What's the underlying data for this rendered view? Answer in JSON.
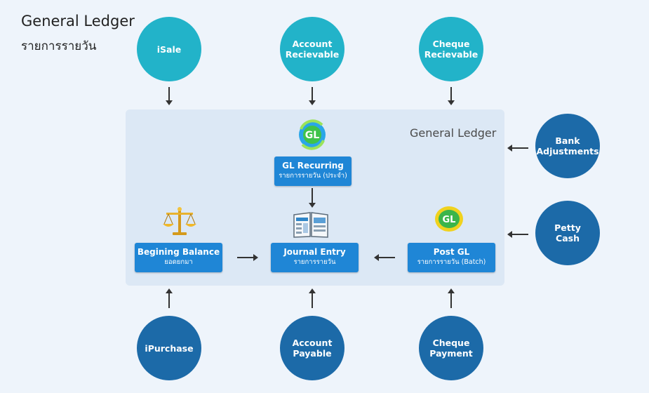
{
  "header": {
    "title": "General Ledger",
    "subtitle": "รายการรายวัน"
  },
  "panel": {
    "title": "General Ledger"
  },
  "sources_top": [
    {
      "label": "iSale"
    },
    {
      "label": "Account Recievable"
    },
    {
      "label": "Cheque Recievable"
    }
  ],
  "sources_right": [
    {
      "label": "Bank Adjustments"
    },
    {
      "label": "Petty Cash"
    }
  ],
  "sources_bottom": [
    {
      "label": "iPurchase"
    },
    {
      "label": "Account Payable"
    },
    {
      "label": "Cheque Payment"
    }
  ],
  "boxes": {
    "gl_recurring": {
      "title": "GL Recurring",
      "sub": "รายการรายวัน (ประจำ)"
    },
    "begin_balance": {
      "title": "Begining Balance",
      "sub": "ยอดยกมา"
    },
    "journal_entry": {
      "title": "Journal Entry",
      "sub": "รายการรายวัน"
    },
    "post_gl": {
      "title": "Post GL",
      "sub": "รายการรายวัน (Batch)"
    }
  },
  "icons": {
    "gl_recurring": "gl-recurring-icon",
    "scales": "balance-scale-icon",
    "journal": "journal-book-icon",
    "post_gl": "post-gl-icon"
  },
  "colors": {
    "teal": "#22b3c9",
    "navy": "#1c6aa8",
    "box": "#1f86d6",
    "panel": "#dce8f5",
    "background": "#eef4fb"
  }
}
